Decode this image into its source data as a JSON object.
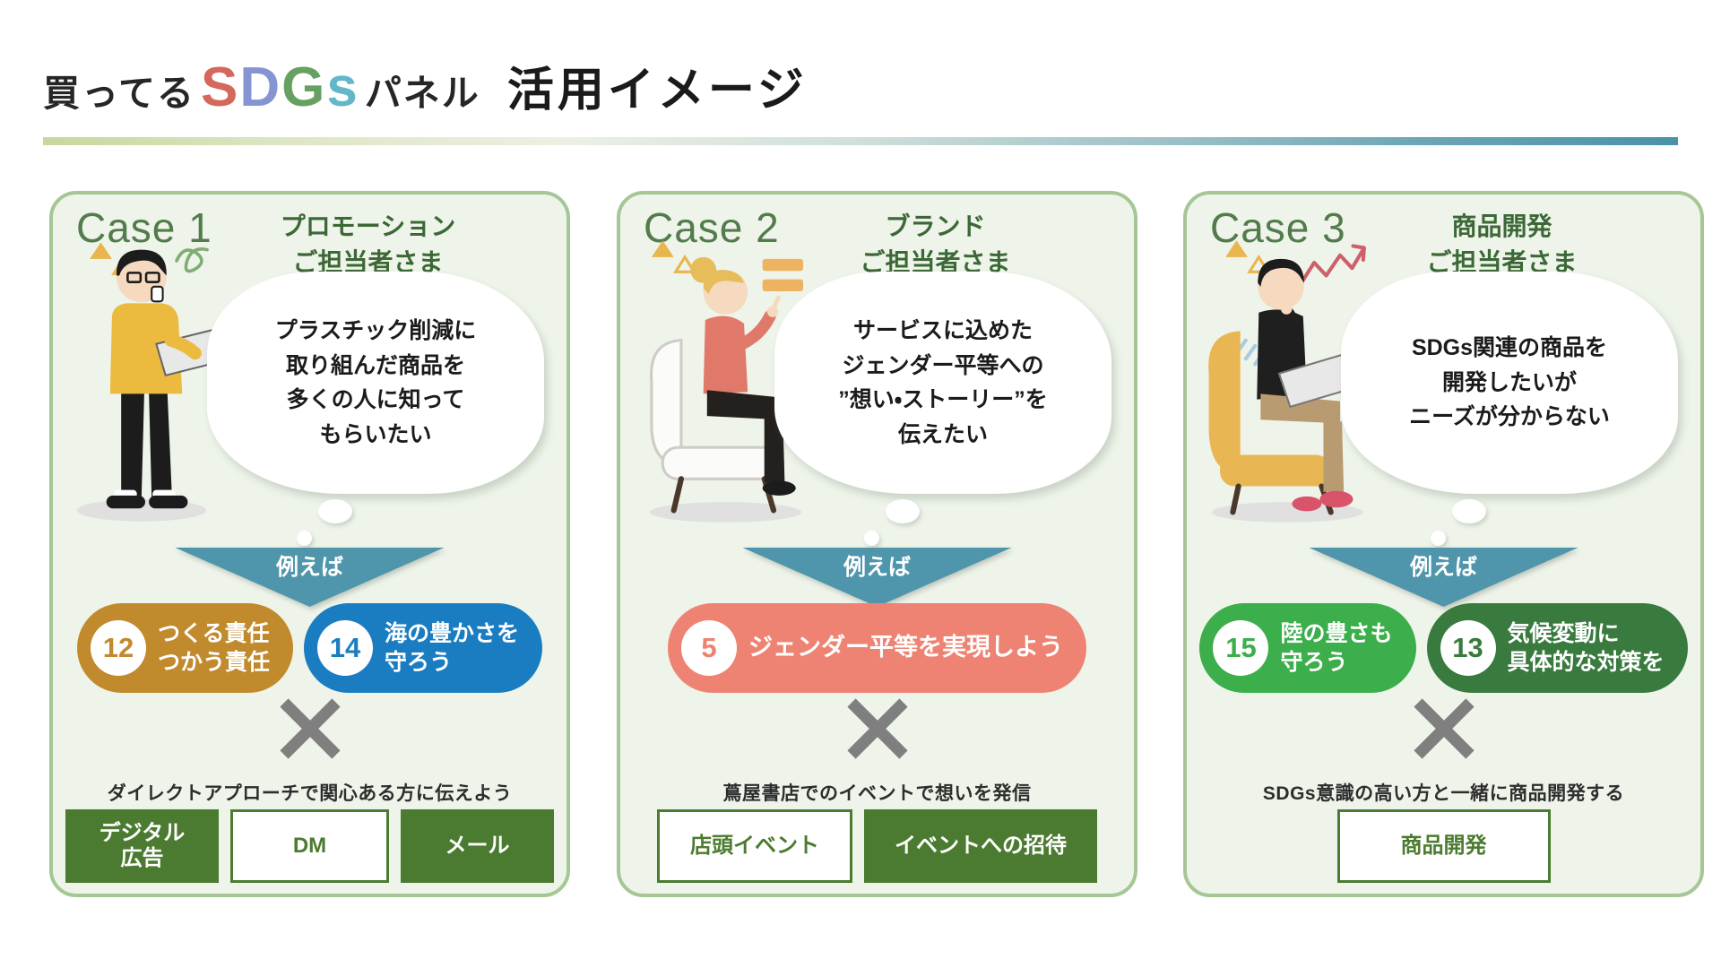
{
  "header": {
    "title_prefix": "買ってる",
    "sdgs_letters": [
      {
        "char": "S",
        "color": "#d4685c"
      },
      {
        "char": "D",
        "color": "#8595d2"
      },
      {
        "char": "G",
        "color": "#67a161"
      },
      {
        "char": "s",
        "color": "#64b7c8"
      }
    ],
    "title_suffix": "パネル",
    "title_main": "活用イメージ",
    "underline_gradient": [
      "#c8d79d",
      "#ecf0e4",
      "#4a92a8"
    ]
  },
  "styles": {
    "card_background": "#eef4e9",
    "card_border": "#a5c795",
    "case_label_color": "#527c4c",
    "role_text_color": "#3c6837",
    "example_triangle_color": "#4f96ad",
    "tag_green": "#4b7b30",
    "cross_color": "#7f7f7f",
    "cross_icon": "✕"
  },
  "cases": [
    {
      "label": "Case 1",
      "role_lines": [
        "プロモーション",
        "ご担当者さま"
      ],
      "bubble_lines": [
        "プラスチック削減に",
        "取り組んだ商品を",
        "多くの人に知って",
        "もらいたい"
      ],
      "example_label": "例えば",
      "badges": [
        {
          "number": "12",
          "label_lines": [
            "つくる責任",
            "つかう責任"
          ],
          "color": "#c18a2c"
        },
        {
          "number": "14",
          "label_lines": [
            "海の豊かさを",
            "守ろう"
          ],
          "color": "#1b7dc1"
        }
      ],
      "description": "ダイレクトアプローチで関心ある方に伝えよう",
      "tags": [
        {
          "label_lines": [
            "デジタル",
            "広告"
          ],
          "style": "filled"
        },
        {
          "label_lines": [
            "DM"
          ],
          "style": "outline"
        },
        {
          "label_lines": [
            "メール"
          ],
          "style": "filled"
        }
      ],
      "illustration": "standing-man-with-laptop-and-coffee"
    },
    {
      "label": "Case 2",
      "role_lines": [
        "ブランド",
        "ご担当者さま"
      ],
      "bubble_lines": [
        "サービスに込めた",
        "ジェンダー平等への",
        "”想い・ストーリー”を",
        "伝えたい"
      ],
      "example_label": "例えば",
      "badges": [
        {
          "number": "5",
          "label_lines": [
            "ジェンダー平等を実現しよう"
          ],
          "color": "#ee8373"
        }
      ],
      "description": "蔦屋書店でのイベントで想いを発信",
      "tags": [
        {
          "label_lines": [
            "店頭イベント"
          ],
          "style": "outline"
        },
        {
          "label_lines": [
            "イベントへの招待"
          ],
          "style": "filled"
        }
      ],
      "illustration": "sitting-woman-pointing-up"
    },
    {
      "label": "Case 3",
      "role_lines": [
        "商品開発",
        "ご担当者さま"
      ],
      "bubble_lines": [
        "SDGs関連の商品を",
        "開発したいが",
        "ニーズが分からない"
      ],
      "example_label": "例えば",
      "badges": [
        {
          "number": "15",
          "label_lines": [
            "陸の豊さも",
            "守ろう"
          ],
          "color": "#3cae4b"
        },
        {
          "number": "13",
          "label_lines": [
            "気候変動に",
            "具体的な対策を"
          ],
          "color": "#397a3e"
        }
      ],
      "description": "SDGs意識の高い方と一緒に商品開発する",
      "tags": [
        {
          "label_lines": [
            "商品開発"
          ],
          "style": "outline"
        }
      ],
      "illustration": "sitting-man-with-laptop-thinking"
    }
  ]
}
